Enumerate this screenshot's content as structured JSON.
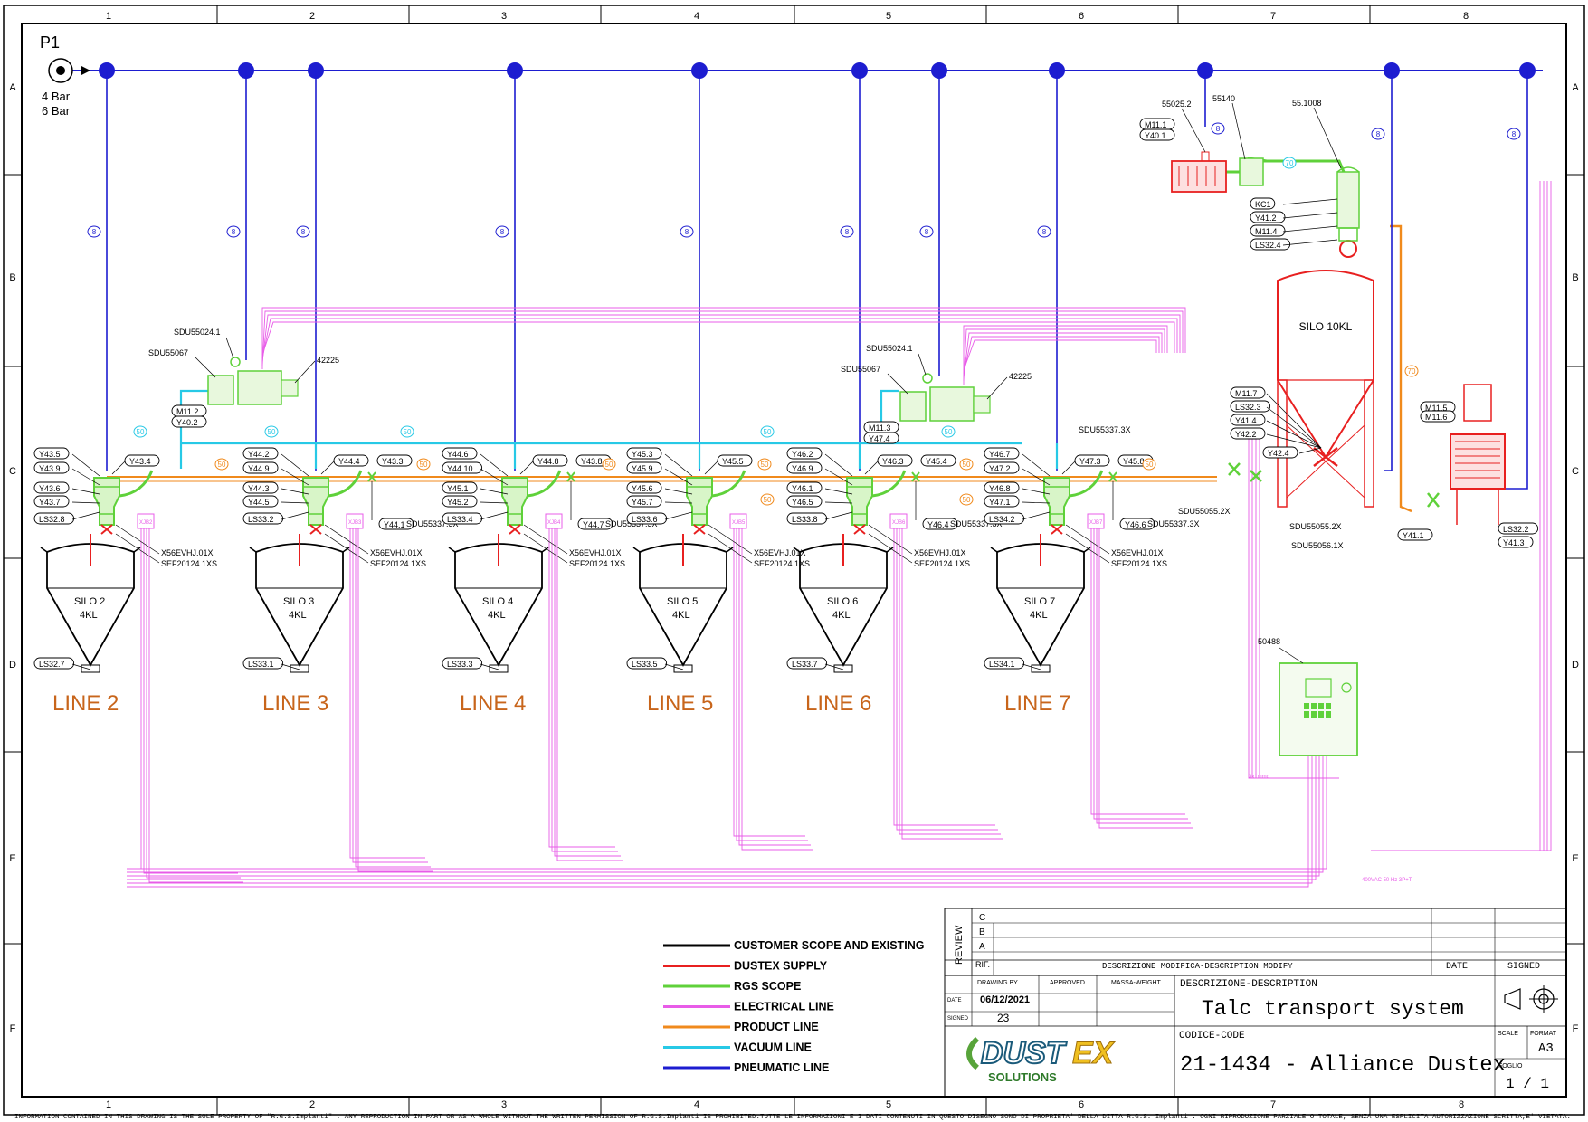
{
  "colors": {
    "pneumatic": "#1d1dd0",
    "vacuum": "#27c9e6",
    "product": "#f08a1c",
    "electrical": "#e85ce8",
    "rgs": "#5fd13a",
    "dustex": "#e82020",
    "customer": "#000000",
    "line_label": "#c8651b"
  },
  "frame": {
    "cols": [
      "1",
      "2",
      "3",
      "4",
      "5",
      "6",
      "7",
      "8"
    ],
    "rows": [
      "A",
      "B",
      "C",
      "D",
      "E",
      "F"
    ]
  },
  "source": {
    "label": "P1",
    "p1": "4 Bar",
    "p2": "6 Bar"
  },
  "pipe_size_pneumatic": "8",
  "pipe_size_vacuum": "50",
  "pipe_size_product": "50",
  "pipe_size_70": "70",
  "lines": [
    {
      "name": "LINE 2",
      "silo": "SILO 2",
      "cap": "4KL",
      "tags": [
        "Y43.5",
        "Y43.9",
        "Y43.6",
        "Y43.7",
        "LS32.8"
      ],
      "side": "Y43.4",
      "ls": "LS32.7",
      "jb": "XJB2",
      "x1": "X56EVHJ.01X",
      "x2": "SEF20124.1XS"
    },
    {
      "name": "LINE 3",
      "silo": "SILO 3",
      "cap": "4KL",
      "tags": [
        "Y44.2",
        "Y44.9",
        "Y44.3",
        "Y44.5",
        "LS33.2"
      ],
      "side": "Y44.4",
      "ls": "LS33.1",
      "jb": "XJB3",
      "x1": "X56EVHJ.01X",
      "x2": "SEF20124.1XS",
      "v1": "Y43.3",
      "v2": "Y44.1",
      "sdu": "SDU55337.3X"
    },
    {
      "name": "LINE 4",
      "silo": "SILO 4",
      "cap": "4KL",
      "tags": [
        "Y44.6",
        "Y44.10",
        "Y45.1",
        "Y45.2",
        "LS33.4"
      ],
      "side": "Y44.8",
      "ls": "LS33.3",
      "jb": "XJB4",
      "x1": "X56EVHJ.01X",
      "x2": "SEF20124.1XS",
      "v1": "Y43.8",
      "v2": "Y44.7",
      "sdu": "SDU55337.3X"
    },
    {
      "name": "LINE 5",
      "silo": "SILO 5",
      "cap": "4KL",
      "tags": [
        "Y45.3",
        "Y45.9",
        "Y45.6",
        "Y45.7",
        "LS33.6"
      ],
      "side": "Y45.5",
      "ls": "LS33.5",
      "jb": "XJB5",
      "x1": "X56EVHJ.01X",
      "x2": "SEF20124.1XS"
    },
    {
      "name": "LINE 6",
      "silo": "SILO 6",
      "cap": "4KL",
      "tags": [
        "Y46.2",
        "Y46.9",
        "Y46.1",
        "Y46.5",
        "LS33.8"
      ],
      "side": "Y46.3",
      "ls": "LS33.7",
      "jb": "XJB6",
      "x1": "X56EVHJ.01X",
      "x2": "SEF20124.1XS",
      "v1": "Y45.4",
      "v2": "Y46.4",
      "sdu": "SDU55337.3X"
    },
    {
      "name": "LINE 7",
      "silo": "SILO 7",
      "cap": "4KL",
      "tags": [
        "Y46.7",
        "Y47.2",
        "Y46.8",
        "Y47.1",
        "LS34.2"
      ],
      "side": "Y47.3",
      "ls": "LS34.1",
      "jb": "XJB7",
      "x1": "X56EVHJ.01X",
      "x2": "SEF20124.1XS",
      "v1": "Y45.8",
      "v2": "Y46.6",
      "sdu": "SDU55337.3X"
    }
  ],
  "vacuum_units": [
    {
      "sdu1": "SDU55024.1",
      "sdu2": "SDU55067",
      "motor": "42225",
      "m": "M11.2",
      "y": "Y40.2"
    },
    {
      "sdu1": "SDU55024.1",
      "sdu2": "SDU55067",
      "motor": "42225",
      "m": "M11.3",
      "y": "Y47.4"
    }
  ],
  "main": {
    "silo": "SILO 10KL",
    "top_tags": [
      "55025.2",
      "55140",
      "55.1008"
    ],
    "m_y": [
      "M11.1",
      "Y40.1"
    ],
    "side_tags": [
      "KC1",
      "Y41.2",
      "M11.4",
      "LS32.4"
    ],
    "lower_tags": [
      "M11.7",
      "LS32.3",
      "Y41.4",
      "Y42.2",
      "Y42.4"
    ],
    "sdu_a": "SDU55055.2X",
    "sdu_b": "SDU55055.2X",
    "sdu_c": "SDU55056.1X",
    "sdu_top": "SDU55337.3X",
    "right_tags": [
      "M11.5",
      "M11.6"
    ],
    "right_low": [
      "LS32.2",
      "Y41.3"
    ],
    "y41_1": "Y41.1",
    "panel": "50488",
    "supply": "400VAC 50 Hz 3P+T"
  },
  "cable_labels": [
    "3x1mmq",
    "10x1mmq",
    "3x1mmq",
    "3x1mmq"
  ],
  "legend": [
    {
      "label": "CUSTOMER SCOPE AND EXISTING",
      "color": "#000000"
    },
    {
      "label": "DUSTEX SUPPLY",
      "color": "#e82020"
    },
    {
      "label": "RGS SCOPE",
      "color": "#5fd13a"
    },
    {
      "label": "ELECTRICAL LINE",
      "color": "#e85ce8"
    },
    {
      "label": "PRODUCT LINE",
      "color": "#f08a1c"
    },
    {
      "label": "VACUUM LINE",
      "color": "#27c9e6"
    },
    {
      "label": "PNEUMATIC LINE",
      "color": "#1d1dd0"
    }
  ],
  "title_block": {
    "review": "REVIEW",
    "rev_rows": [
      "C",
      "B",
      "A"
    ],
    "rif": "RIF.",
    "modify": "DESCRIZIONE MODIFICA-DESCRIPTION MODIFY",
    "date_h": "DATE",
    "signed_h": "SIGNED",
    "drawing_by": "DRAWING BY",
    "approved": "APPROVED",
    "massa": "MASSA-WEIGHT",
    "desc_h": "DESCRIZIONE-DESCRIPTION",
    "desc": "Talc transport system",
    "date_l": "DATE",
    "date": "06/12/2021",
    "signed_l": "SIGNED",
    "signed": "23",
    "code_h": "CODICE-CODE",
    "code": "21-1434 - Alliance Dustex",
    "scale": "SCALE",
    "format_h": "FORMAT",
    "format": "A3",
    "foglio_h": "FOGLIO",
    "foglio": "1 / 1",
    "logo_a": "DUST",
    "logo_b": "EX",
    "logo_sub": "SOLUTIONS"
  },
  "footer": "INFORMATION CONTAINED IN THIS DRAWING IS THE SOLE PROPERTY OF \"R.G.S.Implanti\" . ANY REPRODUCTION IN PART OR AS A WHOLE WITHOUT THE WRITTEN PERMISSION OF R.G.S.Implanti IS PROHIBITED.TUTTE LE INFORMAZIONI E I DATI CONTENUTI IN QUESTO DISEGNO SONO DI PROPRIETA' DELLA DITTA R.G.S. Implanti . OGNI RIPRODUZIONE PARZIALE O TOTALE, SENZA UNA ESPLICITA AUTORIZZAZIONE SCRITTA,E' VIETATA."
}
